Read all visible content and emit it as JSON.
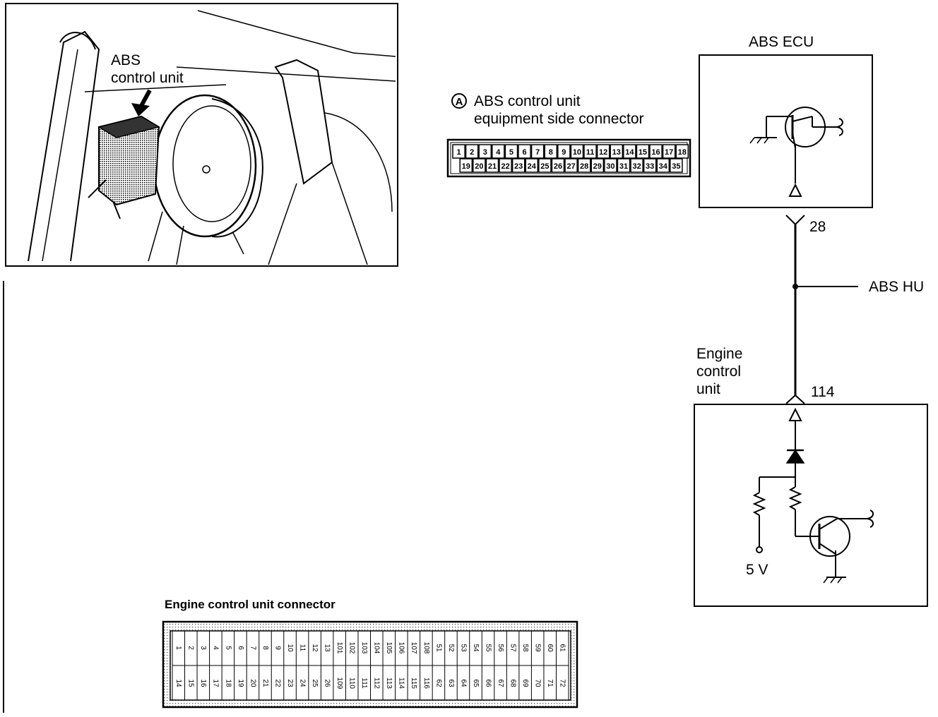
{
  "photo": {
    "label_line1": "ABS",
    "label_line2": "control unit"
  },
  "abs_connector": {
    "callout_letter": "A",
    "title_line1": "ABS control unit",
    "title_line2": "equipment side connector",
    "row1": [
      "1",
      "2",
      "3",
      "4",
      "5",
      "6",
      "7",
      "8",
      "9",
      "10",
      "11",
      "12",
      "13",
      "14",
      "15",
      "16",
      "17",
      "18"
    ],
    "row2": [
      "19",
      "20",
      "21",
      "22",
      "23",
      "24",
      "25",
      "26",
      "27",
      "28",
      "29",
      "30",
      "31",
      "32",
      "33",
      "34",
      "35"
    ]
  },
  "schematic": {
    "abs_ecu_label": "ABS ECU",
    "pin_abs": "28",
    "abs_hu_label": "ABS HU",
    "ecu_label_line1": "Engine",
    "ecu_label_line2": "control",
    "ecu_label_line3": "unit",
    "pin_ecu": "114",
    "voltage_label": "5 V"
  },
  "ecu_connector": {
    "title": "Engine control unit connector",
    "top": [
      "1",
      "2",
      "3",
      "4",
      "5",
      "6",
      "7",
      "8",
      "9",
      "10",
      "11",
      "12",
      "13",
      "101",
      "102",
      "103",
      "104",
      "105",
      "106",
      "107",
      "108",
      "51",
      "52",
      "53",
      "54",
      "55",
      "56",
      "57",
      "58",
      "59",
      "60",
      "61"
    ],
    "bottom": [
      "14",
      "15",
      "16",
      "17",
      "18",
      "19",
      "20",
      "21",
      "22",
      "23",
      "24",
      "25",
      "26",
      "109",
      "110",
      "111",
      "112",
      "113",
      "114",
      "115",
      "116",
      "62",
      "63",
      "64",
      "65",
      "66",
      "67",
      "68",
      "69",
      "70",
      "71",
      "72"
    ]
  }
}
